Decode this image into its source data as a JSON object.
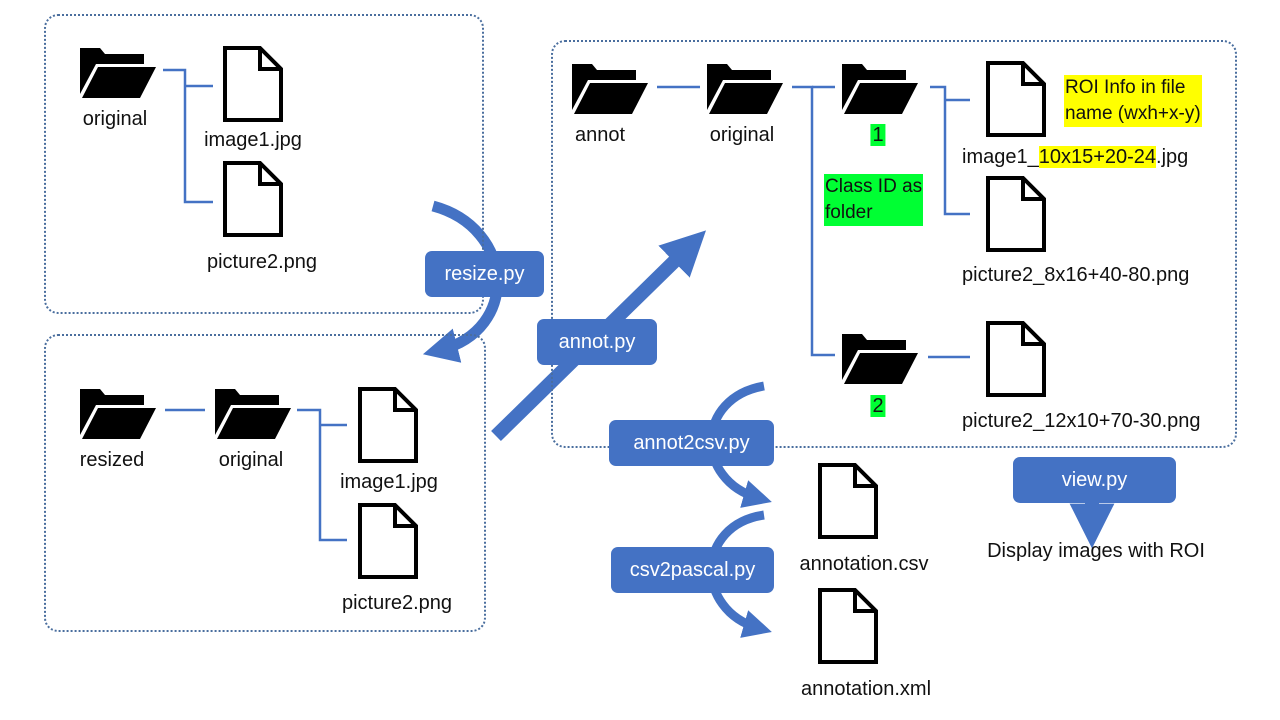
{
  "top_left_group": {
    "folder_label": "original",
    "files": [
      "image1.jpg",
      "picture2.png"
    ]
  },
  "bottom_left_group": {
    "folders": [
      "resized",
      "original"
    ],
    "files": [
      "image1.jpg",
      "picture2.png"
    ]
  },
  "annot_group": {
    "folders": [
      "annot",
      "original"
    ],
    "class_folders": [
      "1",
      "2"
    ],
    "files": {
      "class1_image_prefix": "image1_",
      "class1_image_roi": "10x15+20-24",
      "class1_image_ext": ".jpg",
      "class1_picture": "picture2_8x16+40-80.png",
      "class2_picture": "picture2_12x10+70-30.png"
    },
    "notes": {
      "roi_info_line1": "ROI Info in file",
      "roi_info_line2": "name (wxh+x-y)",
      "class_id_line1": "Class ID as",
      "class_id_line2": "folder"
    }
  },
  "scripts": {
    "resize": "resize.py",
    "annot": "annot.py",
    "annot2csv": "annot2csv.py",
    "csv2pascal": "csv2pascal.py",
    "view": "view.py"
  },
  "outputs": {
    "csv": "annotation.csv",
    "xml": "annotation.xml",
    "view_result": "Display images with ROI"
  },
  "colors": {
    "accent": "#4472c4",
    "connector": "#4472c4",
    "roi_highlight": "#ffff00",
    "class_highlight": "#00ff33",
    "box_border": "#4a6e9e"
  },
  "icons": {
    "folder": "folder-icon",
    "file": "file-icon"
  }
}
